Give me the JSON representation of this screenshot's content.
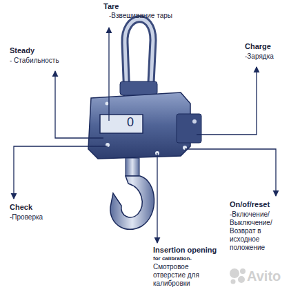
{
  "diagram": {
    "labels": [
      "Tare",
      "-Взвешивание тары",
      "Steady",
      "- Стабильность",
      "Charge",
      "-Зарядка",
      "Check",
      "-Проверка",
      "On/of/reset",
      "-Включение/ Выключение/ Возврат в исходное положение",
      "Insertion opening",
      "for calibration-",
      "Смотровое отверстие для калибровки",
      "0",
      "Avito"
    ]
  }
}
